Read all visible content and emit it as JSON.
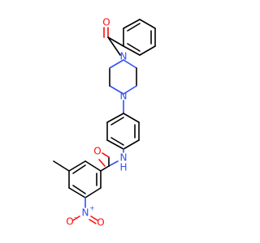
{
  "molecule": {
    "colors": {
      "bond": "#000000",
      "oxygen": "#ff0d0d",
      "nitrogen": "#3050f8",
      "background": "#ffffff"
    },
    "labels": {
      "ketone_oxygen": "O",
      "piperazine_n1": "N",
      "piperazine_n4": "N",
      "amide_oxygen": "O",
      "amide_nitrogen": "N",
      "amide_hydrogen": "H",
      "nitro_nitrogen": "N",
      "nitro_n_charge": "+",
      "nitro_oxygen_left": "O",
      "nitro_oxygen_left_charge": "-",
      "nitro_oxygen_right": "O"
    }
  }
}
